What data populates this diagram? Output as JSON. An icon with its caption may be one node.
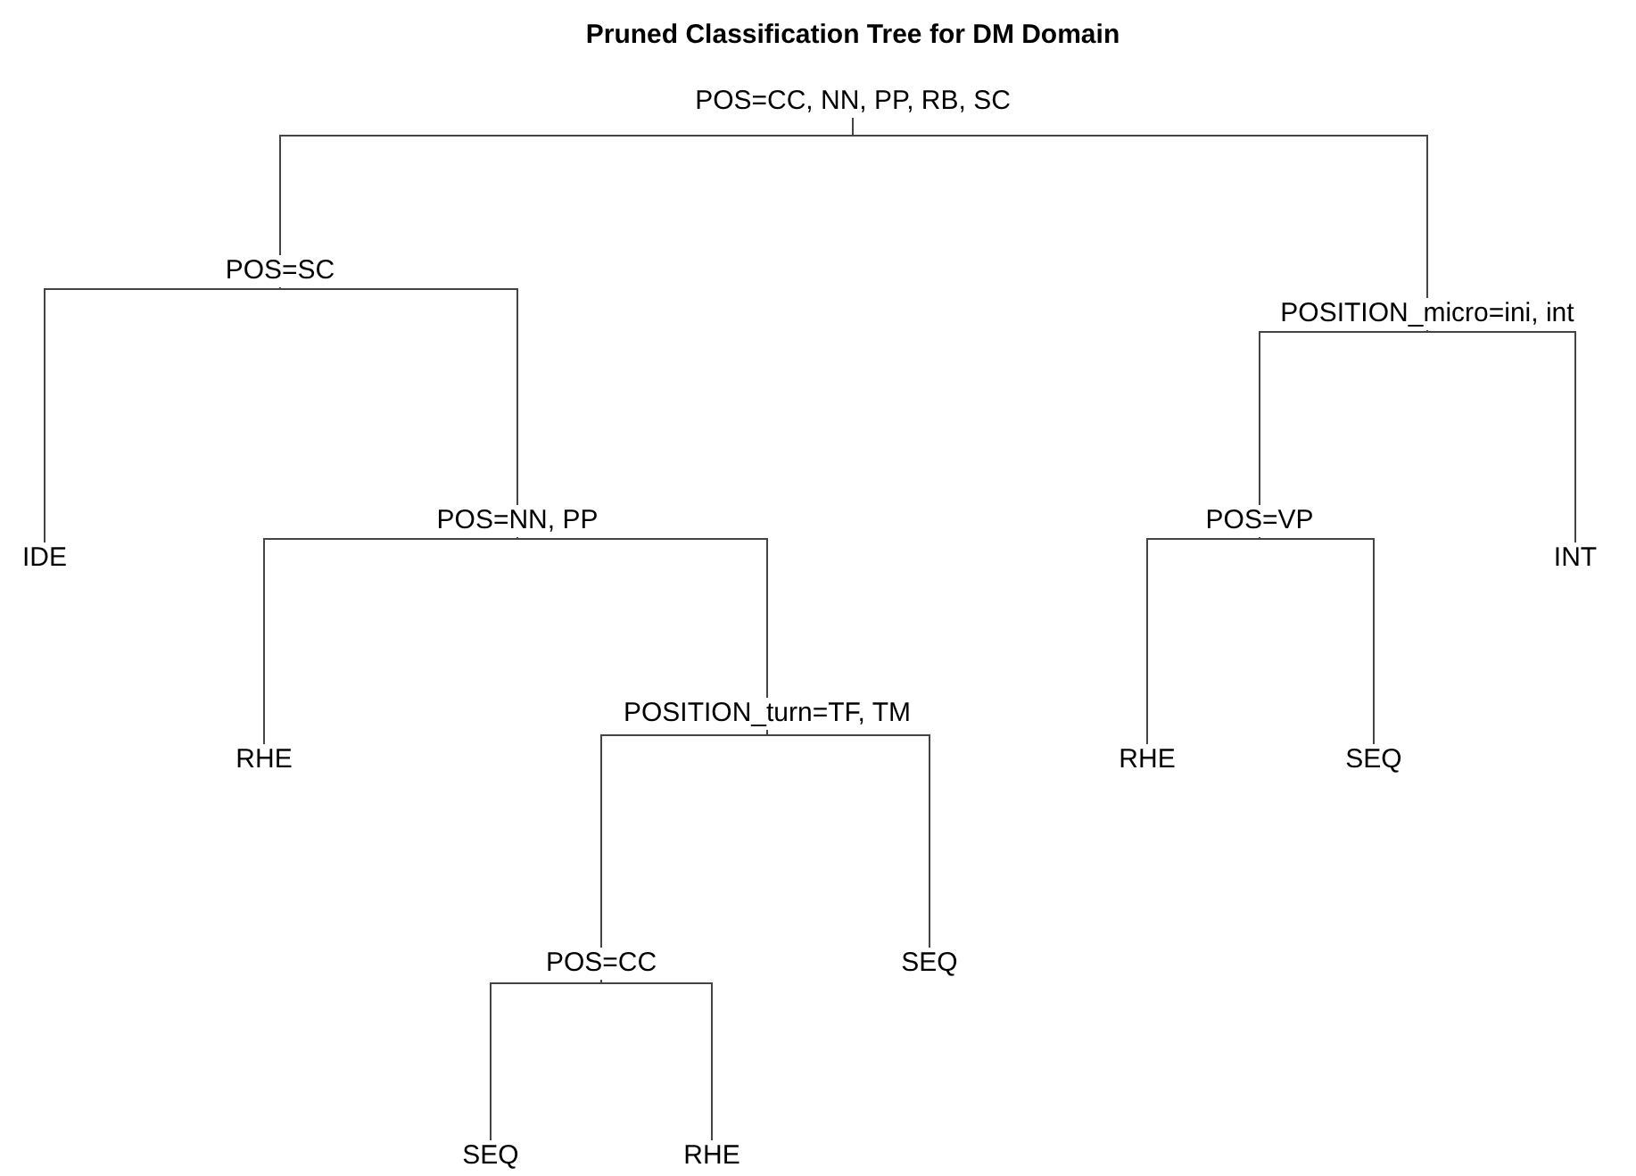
{
  "diagram": {
    "title": "Pruned Classification Tree for DM Domain",
    "nodes": [
      {
        "text": [
          "POS=CC, NN, PP, RB, SC"
        ]
      },
      {
        "text": [
          "POS=SC"
        ]
      },
      {
        "text": [
          "IDE"
        ]
      },
      {
        "text": [
          "POS=NN, PP"
        ]
      },
      {
        "text": [
          "RHE"
        ]
      },
      {
        "text": [
          "POSITION_turn=TF, TM"
        ]
      },
      {
        "text": [
          "POS=CC"
        ]
      },
      {
        "text": [
          "SEQ"
        ]
      },
      {
        "text": [
          "SEQ"
        ]
      },
      {
        "text": [
          "RHE"
        ]
      },
      {
        "text": [
          "POSITION_micro=ini, int"
        ]
      },
      {
        "text": [
          "POS=VP"
        ]
      },
      {
        "text": [
          "RHE"
        ]
      },
      {
        "text": [
          "SEQ"
        ]
      },
      {
        "text": [
          "INT"
        ]
      }
    ],
    "edges": [
      {
        "from": 0,
        "to": 1,
        "arrow": "none"
      },
      {
        "from": 0,
        "to": 10,
        "arrow": "none"
      },
      {
        "from": 1,
        "to": 2,
        "arrow": "none"
      },
      {
        "from": 1,
        "to": 3,
        "arrow": "none"
      },
      {
        "from": 3,
        "to": 4,
        "arrow": "none"
      },
      {
        "from": 3,
        "to": 5,
        "arrow": "none"
      },
      {
        "from": 5,
        "to": 6,
        "arrow": "none"
      },
      {
        "from": 5,
        "to": 7,
        "arrow": "none"
      },
      {
        "from": 6,
        "to": 8,
        "arrow": "none"
      },
      {
        "from": 6,
        "to": 9,
        "arrow": "none"
      },
      {
        "from": 10,
        "to": 11,
        "arrow": "none"
      },
      {
        "from": 10,
        "to": 14,
        "arrow": "none"
      },
      {
        "from": 11,
        "to": 12,
        "arrow": "none"
      },
      {
        "from": 11,
        "to": 13,
        "arrow": "none"
      }
    ]
  }
}
